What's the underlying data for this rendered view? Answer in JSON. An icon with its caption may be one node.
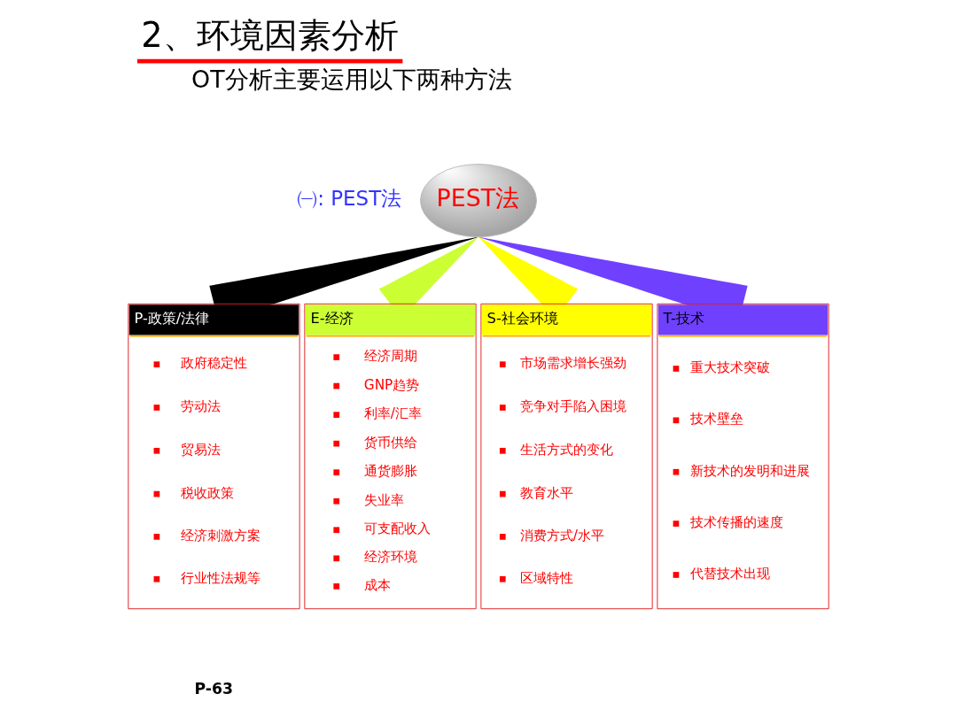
{
  "diagram": {
    "title": "2、环境因素分析",
    "nodes": [
      {
        "text": [
          "PEST法"
        ]
      },
      {
        "text": [
          "P-政策/法律",
          "政府稳定性",
          "劳动法",
          "贸易法",
          "税收政策",
          "经济刺激方案",
          "行业性法规等"
        ]
      },
      {
        "text": [
          "E-经济",
          "经济周期",
          "GNP趋势",
          "利率/汇率",
          "货币供给",
          "通货膨胀",
          "失业率",
          "可支配收入",
          "经济环境",
          "成本"
        ]
      },
      {
        "text": [
          "S-社会环境",
          "市场需求增长强劲",
          "竞争对手陷入困境",
          "生活方式的变化",
          "教育水平",
          "消费方式/水平",
          "区域特性"
        ]
      },
      {
        "text": [
          "T-技术",
          "重大技术突破",
          "技术壁垒",
          "新技术的发明和进展",
          "技术传播的速度",
          "代替技术出现"
        ]
      }
    ],
    "edges": [
      {
        "from": 0,
        "to": 1,
        "arrow": "none",
        "style": "thick",
        "color": "#000000"
      },
      {
        "from": 0,
        "to": 2,
        "arrow": "none",
        "style": "thick",
        "color": "#ccff33"
      },
      {
        "from": 0,
        "to": 3,
        "arrow": "none",
        "style": "thick",
        "color": "#ffff00"
      },
      {
        "from": 0,
        "to": 4,
        "arrow": "none",
        "style": "thick",
        "color": "#7040ff"
      }
    ],
    "labels": [
      "OT分析主要运用以下两种方法",
      "㈠: PEST法",
      "P-63"
    ]
  }
}
